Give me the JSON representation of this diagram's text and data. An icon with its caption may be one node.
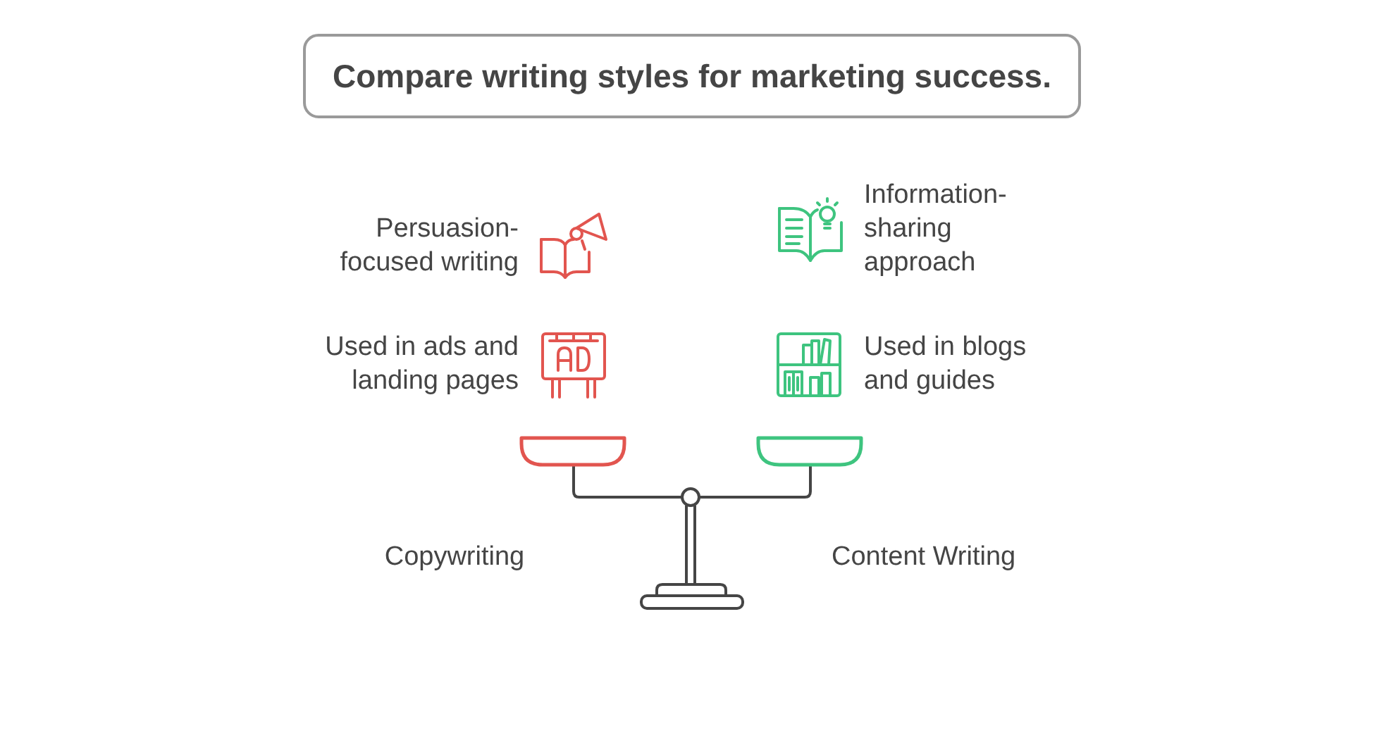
{
  "diagram": {
    "title": "Compare writing styles for marketing success.",
    "labels": [
      "Persuasion-focused writing",
      "Information-sharing approach",
      "Used in ads and landing pages",
      "Used in blogs and guides",
      "Copywriting",
      "Content Writing"
    ]
  }
}
